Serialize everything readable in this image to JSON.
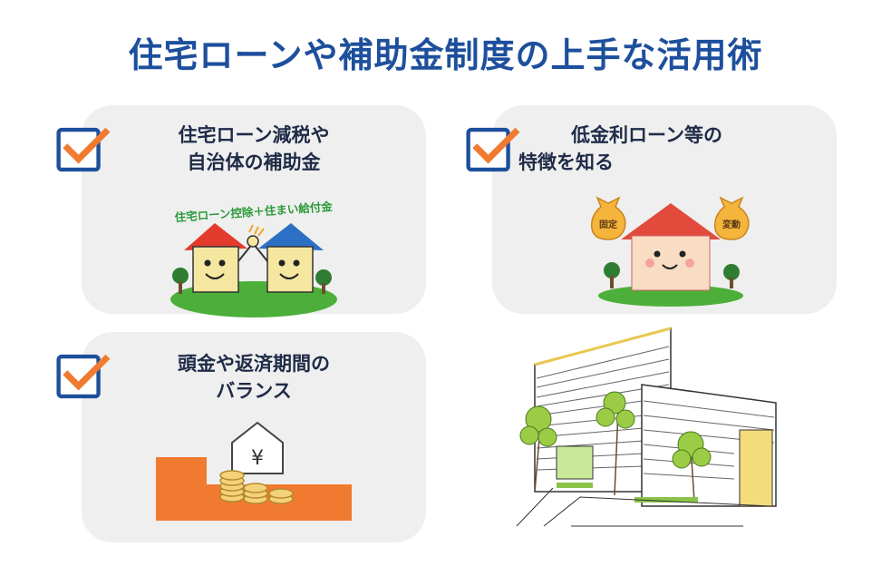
{
  "title": "住宅ローンや補助金制度の上手な活用術",
  "cards": [
    {
      "line1": "住宅ローン減税や",
      "line2": "自治体の補助金",
      "banner": "住宅ローン控除＋住まい給付金"
    },
    {
      "line1": "低金利ローン等の",
      "line2": "特徴を知る",
      "bag_left": "固定",
      "bag_right": "変動"
    },
    {
      "line1": "頭金や返済期間の",
      "line2": "バランス",
      "yen": "¥"
    }
  ],
  "colors": {
    "title": "#1d4f9c",
    "check_box": "#1d4f9c",
    "check_mark": "#f07a2f",
    "card_bg": "#efefef",
    "orange_block": "#f07a2f"
  }
}
